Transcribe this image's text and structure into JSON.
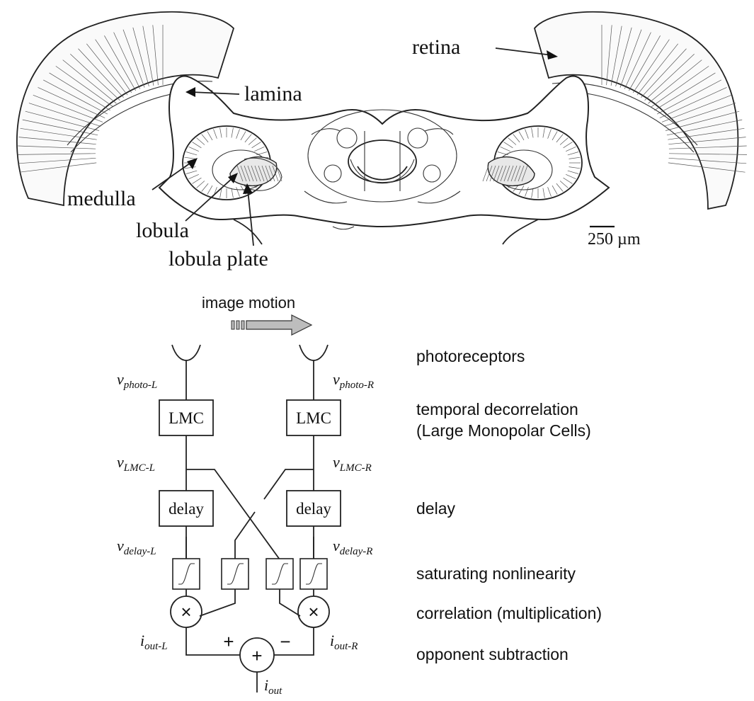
{
  "anatomy": {
    "labels": {
      "retina": "retina",
      "lamina": "lamina",
      "medulla": "medulla",
      "lobula": "lobula",
      "lobula_plate": "lobula plate"
    },
    "scale_bar": "250 µm"
  },
  "circuit": {
    "image_motion": "image motion",
    "stages": {
      "photoreceptors": "photoreceptors",
      "temporal_1": "temporal decorrelation",
      "temporal_2": "(Large Monopolar Cells)",
      "delay": "delay",
      "saturating": "saturating nonlinearity",
      "correlation": "correlation (multiplication)",
      "opponent": "opponent subtraction"
    },
    "boxes": {
      "lmc_left": "LMC",
      "lmc_right": "LMC",
      "delay_left": "delay",
      "delay_right": "delay"
    },
    "signals": {
      "v_photo_L": {
        "main": "v",
        "sub": "photo-L"
      },
      "v_photo_R": {
        "main": "v",
        "sub": "photo-R"
      },
      "v_LMC_L": {
        "main": "v",
        "sub": "LMC-L"
      },
      "v_LMC_R": {
        "main": "v",
        "sub": "LMC-R"
      },
      "v_delay_L": {
        "main": "v",
        "sub": "delay-L"
      },
      "v_delay_R": {
        "main": "v",
        "sub": "delay-R"
      },
      "i_out_L": {
        "main": "i",
        "sub": "out-L"
      },
      "i_out_R": {
        "main": "i",
        "sub": "out-R"
      },
      "i_out": {
        "main": "i",
        "sub": "out"
      }
    },
    "ops": {
      "multiply_left": "×",
      "multiply_right": "×",
      "sum": "+",
      "plus": "+",
      "minus": "−"
    }
  }
}
